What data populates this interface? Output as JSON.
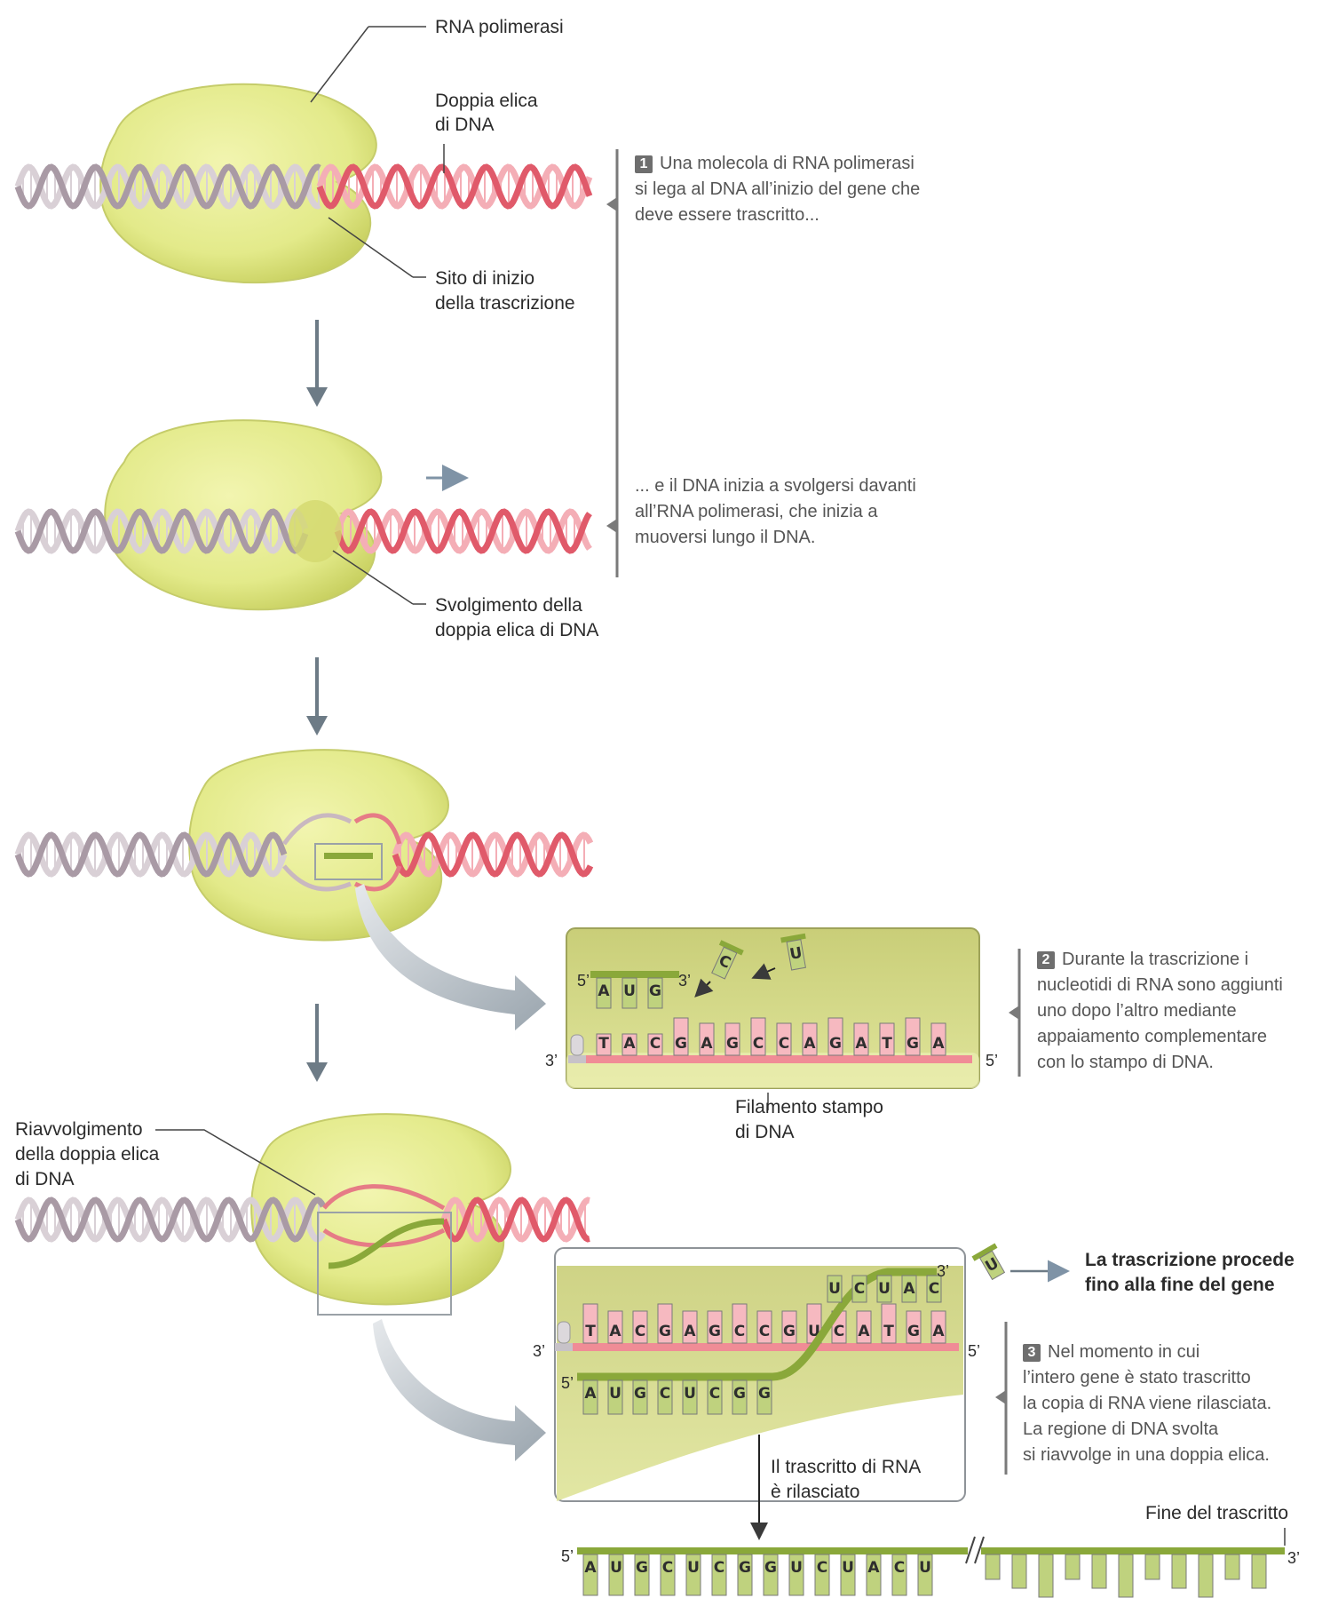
{
  "labels": {
    "rna_polymerase": "RNA polimerasi",
    "double_helix": [
      "Doppia elica",
      "di DNA"
    ],
    "start_site": [
      "Sito di inizio",
      "della trascrizione"
    ],
    "unwinding": [
      "Svolgimento della",
      "doppia elica di DNA"
    ],
    "template_strand": [
      "Filamento stampo",
      "di DNA"
    ],
    "rewinding": [
      "Riavvolgimento",
      "della doppia elica",
      "di DNA"
    ],
    "proceeds": [
      "La trascrizione procede",
      "fino alla fine del gene"
    ],
    "released": [
      "Il trascritto di RNA",
      "è rilasciato"
    ],
    "end_of_transcript": "Fine del trascritto"
  },
  "steps": [
    {
      "number": "1",
      "lines": [
        "Una molecola di RNA polimerasi",
        "si lega al DNA all’inizio del gene che",
        "deve essere trascritto..."
      ]
    },
    {
      "number": "",
      "lines": [
        "... e il DNA inizia a svolgersi davanti",
        "all’RNA polimerasi, che inizia a",
        "muoversi lungo il DNA."
      ]
    },
    {
      "number": "2",
      "lines": [
        "Durante la trascrizione i",
        "nucleotidi di RNA sono aggiunti",
        "uno dopo l’altro mediante",
        "appaiamento complementare",
        "con lo stampo di DNA."
      ]
    },
    {
      "number": "3",
      "lines": [
        "Nel momento in cui",
        "l’intero gene è stato trascritto",
        "la copia di RNA viene rilasciata.",
        "La regione di DNA svolta",
        "si riavvolge in una doppia elica."
      ]
    }
  ],
  "detail1": {
    "template_bases": [
      "T",
      "A",
      "C",
      "G",
      "A",
      "G",
      "C",
      "C",
      "A",
      "G",
      "A",
      "T",
      "G",
      "A"
    ],
    "rna_bases": [
      "A",
      "U",
      "G"
    ],
    "incoming": [
      "C",
      "U"
    ],
    "end_3_left": "3’",
    "end_5_right": "5’",
    "rna_5": "5’",
    "rna_3": "3’"
  },
  "detail2": {
    "template_bases": [
      "T",
      "A",
      "C",
      "G",
      "A",
      "G",
      "C",
      "C",
      "G",
      "U",
      "C",
      "A",
      "T",
      "G",
      "A"
    ],
    "rna_lower": [
      "A",
      "U",
      "G",
      "C",
      "U",
      "C",
      "G",
      "G"
    ],
    "rna_upper": [
      "U",
      "C",
      "U",
      "A",
      "C"
    ],
    "incoming": "U",
    "end_3_left": "3’",
    "end_5_right": "5’",
    "rna_5": "5’",
    "rna_3": "3’"
  },
  "transcript": {
    "bases": [
      "A",
      "U",
      "G",
      "C",
      "U",
      "C",
      "G",
      "G",
      "U",
      "C",
      "U",
      "A",
      "C",
      "U"
    ],
    "end_5": "5’",
    "end_3": "3’"
  }
}
